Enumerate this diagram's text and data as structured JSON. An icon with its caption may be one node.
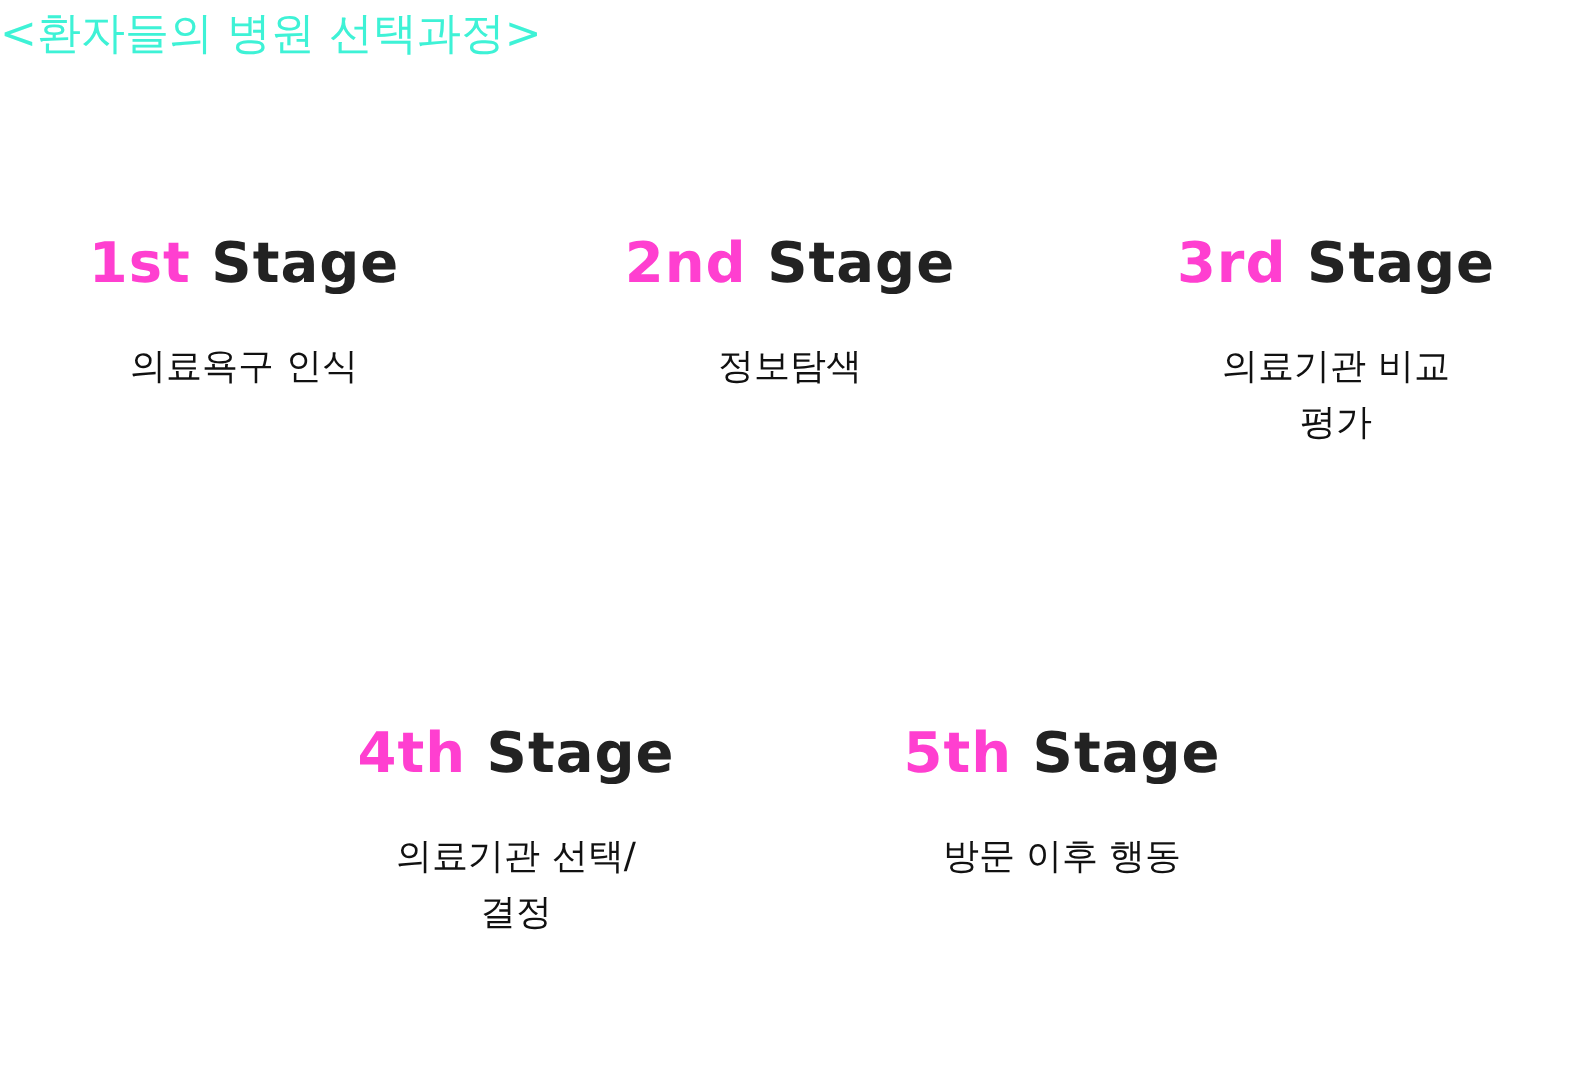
{
  "diagram": {
    "title": "<환자들의 병원 선택과정>",
    "nodes": [
      {
        "text": [
          "1st Stage",
          "의료욕구 인식"
        ]
      },
      {
        "text": [
          "2nd Stage",
          "정보탐색"
        ]
      },
      {
        "text": [
          "3rd Stage",
          "의료기관 비교 평가"
        ]
      },
      {
        "text": [
          "4th Stage",
          "의료기관 선택/결정"
        ]
      },
      {
        "text": [
          "5th Stage",
          "방문 이후 행동"
        ]
      }
    ]
  }
}
